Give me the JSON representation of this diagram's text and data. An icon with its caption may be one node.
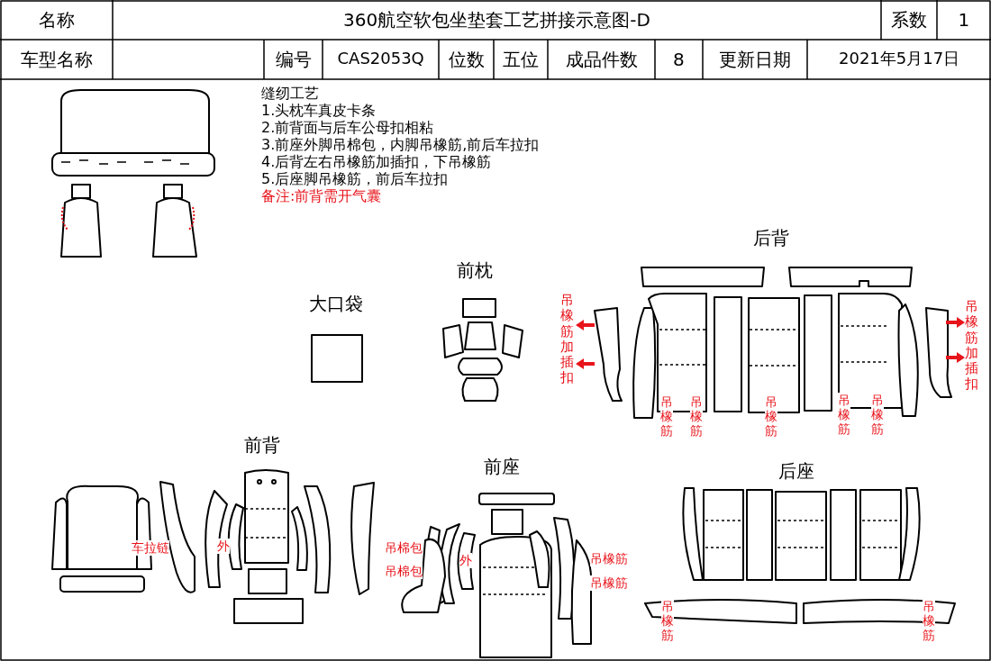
{
  "diagram": {
    "title": "360航空软包坐垫套工艺拼接示意图-D",
    "labels": [
      "名称",
      "系数",
      "1",
      "车型名称",
      "编号",
      "CAS2053Q",
      "位数",
      "五位",
      "成品件数",
      "8",
      "更新日期",
      "2021年5月17日",
      "缝纫工艺",
      "1.头枕车真皮卡条",
      "2.前背面与后车公母扣相粘",
      "3.前座外脚吊棉包，内脚吊橡筋,前后车拉扣",
      "4.后背左右吊橡筋加插扣，下吊橡筋",
      "5.后座脚吊橡筋，前后车拉扣",
      "备注:前背需开气囊",
      "后背",
      "前枕",
      "大口袋",
      "吊橡筋加插扣",
      "吊橡筋加插扣",
      "吊橡筋",
      "吊橡筋",
      "吊橡筋",
      "吊橡筋",
      "吊橡筋",
      "前背",
      "前座",
      "后座",
      "车拉链",
      "外",
      "吊棉包",
      "吊棉包",
      "外",
      "吊橡筋",
      "吊橡筋",
      "吊橡筋",
      "吊橡筋"
    ]
  }
}
